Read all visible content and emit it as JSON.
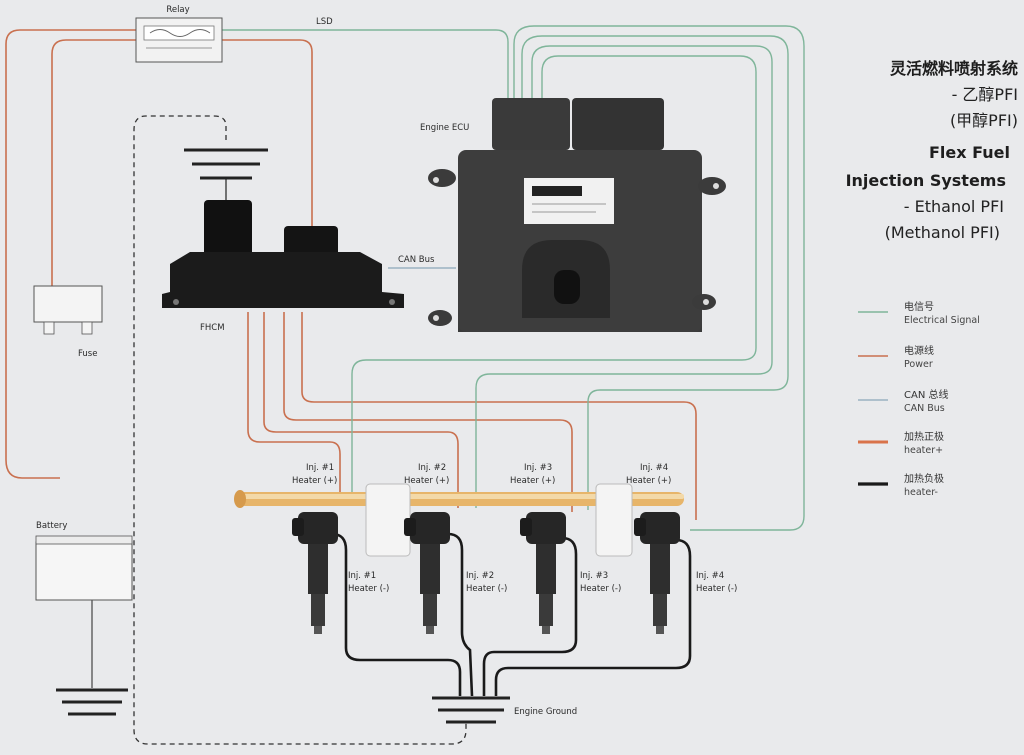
{
  "colors": {
    "signal": "#7fb59a",
    "power": "#c9704f",
    "can": "#8aa6b8",
    "heater_pos": "#d9734a",
    "heater_neg": "#1a1a1a",
    "background": "#e9eaec"
  },
  "title": {
    "zh": "灵活燃料喷射系统",
    "zh_sub1": "- 乙醇PFI",
    "zh_sub2": "(甲醇PFI)",
    "en_line1": "Flex Fuel",
    "en_line2": "Injection Systems",
    "en_sub1": "- Ethanol PFI",
    "en_sub2": "(Methanol PFI)"
  },
  "labels": {
    "relay": "Relay",
    "lsd": "LSD",
    "engine_ecu": "Engine ECU",
    "can_bus": "CAN Bus",
    "fhcm": "FHCM",
    "fuse": "Fuse",
    "battery": "Battery",
    "engine_ground": "Engine Ground"
  },
  "injectors": [
    {
      "top_line1": "Inj. #1",
      "top_line2": "Heater (+)",
      "bot_line1": "Inj. #1",
      "bot_line2": "Heater (-)"
    },
    {
      "top_line1": "Inj. #2",
      "top_line2": "Heater (+)",
      "bot_line1": "Inj. #2",
      "bot_line2": "Heater (-)"
    },
    {
      "top_line1": "Inj. #3",
      "top_line2": "Heater (+)",
      "bot_line1": "Inj. #3",
      "bot_line2": "Heater (-)"
    },
    {
      "top_line1": "Inj. #4",
      "top_line2": "Heater (+)",
      "bot_line1": "Inj. #4",
      "bot_line2": "Heater (-)"
    }
  ],
  "legend": [
    {
      "zh": "电信号",
      "en": "Electrical Signal",
      "style": "signal-line-icon"
    },
    {
      "zh": "电源线",
      "en": "Power",
      "style": "power-line-icon"
    },
    {
      "zh": "CAN 总线",
      "en": "CAN Bus",
      "style": "can-line-icon"
    },
    {
      "zh": "加热正极",
      "en": "heater+",
      "style": "heater-positive-line-icon"
    },
    {
      "zh": "加热负极",
      "en": "heater-",
      "style": "heater-negative-line-icon"
    }
  ]
}
